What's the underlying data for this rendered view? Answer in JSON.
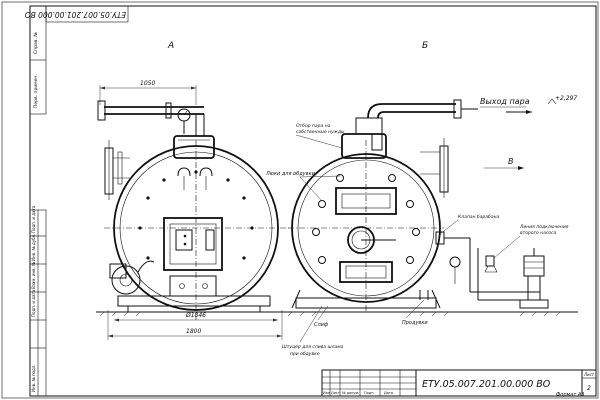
{
  "stamp": {
    "doc_number": "ЕТУ.05.007.201.00.000 ВО",
    "rotated_code": "ЕТУ.05.007.201.00.000 ВО",
    "format": "Формат А3",
    "sheet_label": "Лист",
    "sheet_number": "2",
    "header_cells": [
      "Изм",
      "Лист",
      "№ докум.",
      "Подп.",
      "Дата"
    ]
  },
  "side_strip": {
    "labels": [
      "Перв. примен.",
      "Справ. №",
      "Подп. и дата",
      "Инв. № дубл.",
      "Взам. инв. №",
      "Подп. и дата",
      "Инв. № подл."
    ]
  },
  "views": {
    "front_label": "А",
    "side_label": "Б",
    "view_b_label": "В"
  },
  "dimensions": {
    "width_top": "1050",
    "diameter": "Ø1846",
    "width_bottom": "1800",
    "elevation": "+2,297"
  },
  "annotations": {
    "steam_outlet": "Выход пара",
    "steam_takeoff_1": "Отбор пара на",
    "steam_takeoff_2": "собственные нужды",
    "inspection_hatches": "Люки для обдувки",
    "drum_valve": "Клапан барабана",
    "pump_line_1": "Линия подключения",
    "pump_line_2": "второго насоса",
    "slag": "Слиф",
    "blowdowns": "Продувки",
    "fitting_1": "Штуцер для слива шлама",
    "fitting_2": "при обдувке"
  }
}
